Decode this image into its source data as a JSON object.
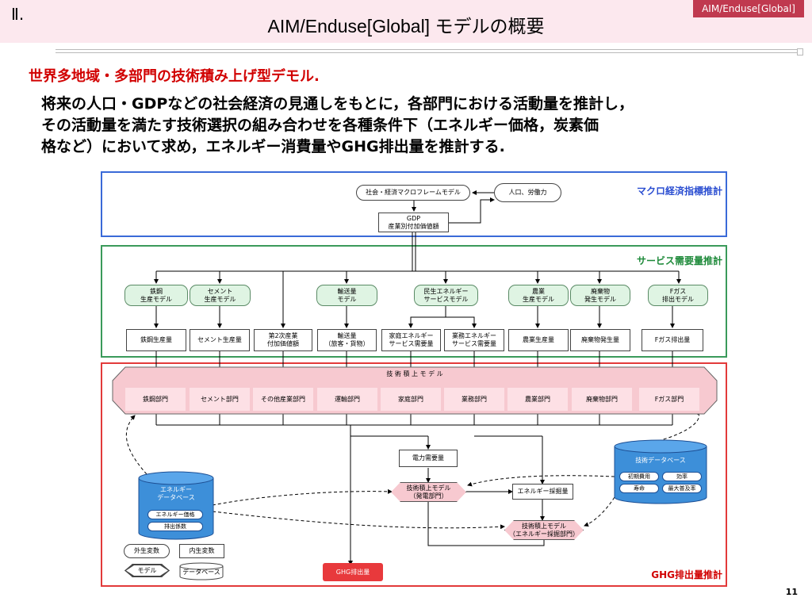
{
  "header": {
    "section_number": "Ⅱ.",
    "title": "AIM/Enduse[Global] モデルの概要",
    "tag": "AIM/Enduse[Global]"
  },
  "lead": "世界多地域・多部門の技術積み上げ型デモル.",
  "body_lines": [
    "将来の人口・GDPなどの社会経済の見通しをもとに，各部門における活動量を推計し，",
    "その活動量を満たす技術選択の組み合わせを各種条件下（エネルギー価格，炭素価",
    "格など）において求め，エネルギー消費量やGHG排出量を推計する."
  ],
  "macro": {
    "label": "マクロ経済指標推計",
    "framework": "社会・経済マクロフレームモデル",
    "population": "人口、労働力",
    "gdp": "GDP\n産業別付加価値額"
  },
  "service": {
    "label": "サービス需要量推計",
    "models": [
      "鉄鋼\n生産モデル",
      "セメント\n生産モデル",
      "輸送量\nモデル",
      "民生エネルギー\nサービスモデル",
      "農業\n生産モデル",
      "廃棄物\n発生モデル",
      "Fガス\n排出モデル"
    ],
    "outputs": [
      "鉄鋼生産量",
      "セメント生産量",
      "第2次産業\n付加価値額",
      "輸送量\n（旅客・貨物）",
      "家庭エネルギー\nサービス需要量",
      "業務エネルギー\nサービス需要量",
      "農業生産量",
      "廃棄物発生量",
      "Fガス排出量"
    ]
  },
  "ghg": {
    "label": "GHG排出量推計",
    "tech_model": "技 術 積 上 モ デ ル",
    "sectors": [
      "鉄鋼部門",
      "セメント部門",
      "その他産業部門",
      "運輸部門",
      "家庭部門",
      "業務部門",
      "農業部門",
      "廃棄物部門",
      "Fガス部門"
    ],
    "power_demand": "電力需要量",
    "power_model": "技術積上モデル\n（発電部門）",
    "energy_mining": "エネルギー採掘量",
    "mining_model": "技術積上モデル\n（エネルギー採掘部門）",
    "energy_db": {
      "title": "エネルギー\nデータベース",
      "items": [
        "エネルギー価格",
        "排出係数"
      ]
    },
    "tech_db": {
      "title": "技術データベース",
      "items": [
        "初期費用",
        "効率",
        "寿命",
        "最大普及率"
      ]
    },
    "ghg_output": "GHG排出量"
  },
  "legend": {
    "exogenous": "外生変数",
    "endogenous": "内生変数",
    "model": "モデル",
    "database": "データベース"
  },
  "page_number": "11",
  "colors": {
    "accent": "#c0394f",
    "macro_border": "#3a6ad8",
    "service_border": "#3a9a5a",
    "ghg_border": "#e23a3a",
    "model_fill": "#dff4e3",
    "tech_fill": "#f7c9d0",
    "db_fill": "#3d8fd9",
    "ghg_box": "#e8393c"
  }
}
